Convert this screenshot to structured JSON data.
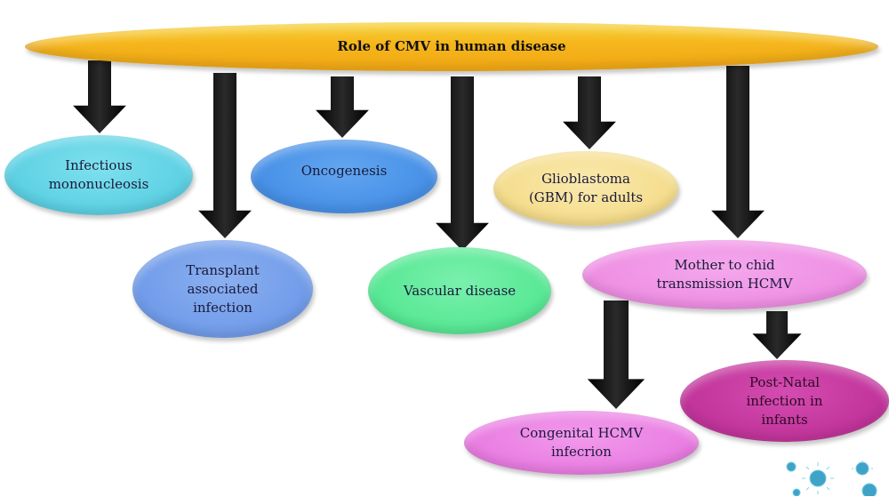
{
  "diagram": {
    "title": "Role of CMV in human disease",
    "nodes": [
      {
        "id": "infectious-mononucleosis",
        "label": "Infectious\nmononucleosis",
        "color": "#55cfe0"
      },
      {
        "id": "transplant-associated-infection",
        "label": "Transplant\nassociated\ninfection",
        "color": "#6a98e8"
      },
      {
        "id": "oncogenesis",
        "label": "Oncogenesis",
        "color": "#3e8de6"
      },
      {
        "id": "vascular-disease",
        "label": "Vascular disease",
        "color": "#4fe88f"
      },
      {
        "id": "glioblastoma",
        "label": "Glioblastoma\n(GBM) for adults",
        "color": "#f4dc88"
      },
      {
        "id": "mother-to-child",
        "label": "Mother to chid\ntransmission HCMV",
        "color": "#ee88e2"
      },
      {
        "id": "congenital-hcmv",
        "label": "Congenital HCMV\ninfecrion",
        "color": "#e874e0"
      },
      {
        "id": "post-natal",
        "label": "Post-Natal\ninfection in\ninfants",
        "color": "#c4329c"
      }
    ],
    "edges": [
      {
        "from": "title",
        "to": "infectious-mononucleosis"
      },
      {
        "from": "title",
        "to": "transplant-associated-infection"
      },
      {
        "from": "title",
        "to": "oncogenesis"
      },
      {
        "from": "title",
        "to": "vascular-disease"
      },
      {
        "from": "title",
        "to": "glioblastoma"
      },
      {
        "from": "title",
        "to": "mother-to-child"
      },
      {
        "from": "mother-to-child",
        "to": "congenital-hcmv"
      },
      {
        "from": "mother-to-child",
        "to": "post-natal"
      }
    ],
    "decoration": "virus-particles-icon"
  }
}
